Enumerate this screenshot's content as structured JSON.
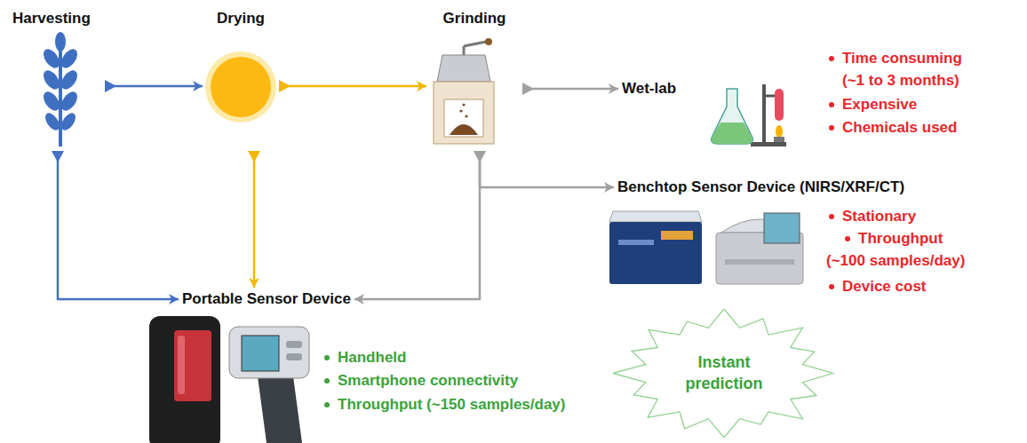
{
  "diagram": {
    "nodes": [
      {
        "text": [
          "Harvesting"
        ]
      },
      {
        "text": [
          "Drying"
        ]
      },
      {
        "text": [
          "Grinding"
        ]
      },
      {
        "text": [
          "Wet-lab"
        ]
      },
      {
        "text": [
          "Benchtop Sensor Device (NIRS/XRF/CT)"
        ]
      },
      {
        "text": [
          "Portable Sensor Device"
        ]
      },
      {
        "text": [
          "Instant prediction"
        ]
      }
    ],
    "edges": [
      {
        "from": 0,
        "to": 1,
        "arrow": "to"
      },
      {
        "from": 1,
        "to": 2,
        "arrow": "to"
      },
      {
        "from": 2,
        "to": 3,
        "arrow": "to"
      },
      {
        "from": 2,
        "to": 4,
        "arrow": "to"
      },
      {
        "from": 0,
        "to": 5,
        "arrow": "to"
      },
      {
        "from": 1,
        "to": 5,
        "arrow": "to"
      },
      {
        "from": 2,
        "to": 5,
        "arrow": "to"
      }
    ],
    "labels": [
      "Time consuming (~1 to 3 months)",
      "Expensive",
      "Chemicals used",
      "Stationary",
      "Throughput (~100 samples/day)",
      "Device cost",
      "Handheld",
      "Smartphone connectivity",
      "Throughput (~150 samples/day)"
    ]
  }
}
